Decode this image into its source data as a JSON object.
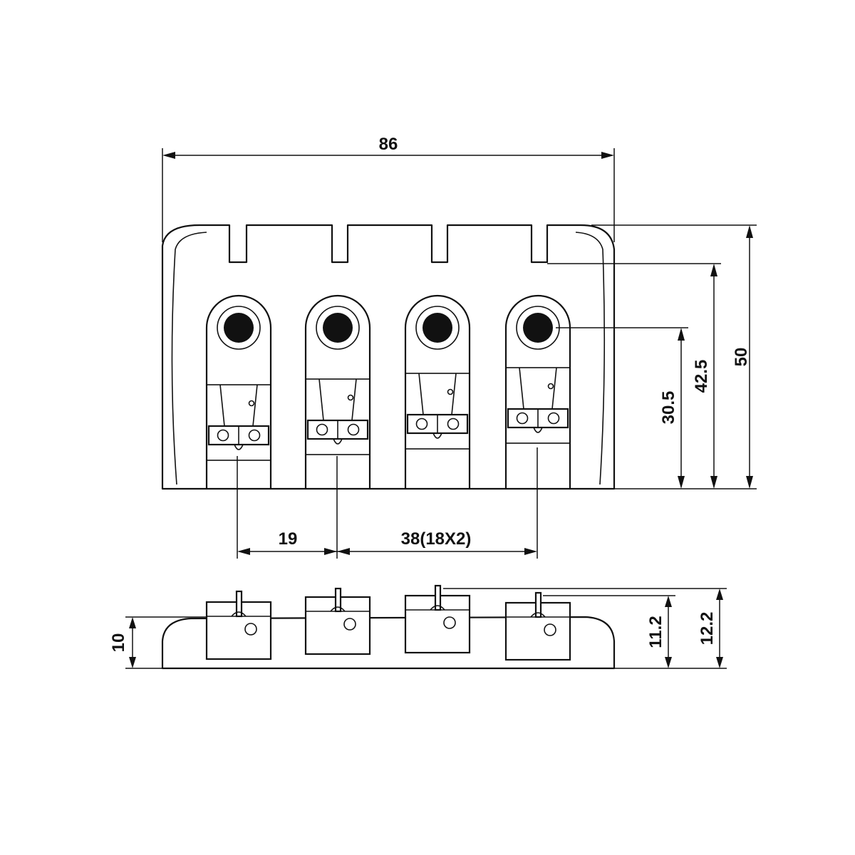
{
  "dimensions": {
    "overall_width": "86",
    "height_total": "50",
    "height_mid": "42.5",
    "height_hole": "30.5",
    "spacing_first": "19",
    "spacing_rest": "38(18X2)",
    "side_base": "10",
    "side_saddle": "11.2",
    "side_top": "12.2"
  },
  "saddle_count": 4
}
